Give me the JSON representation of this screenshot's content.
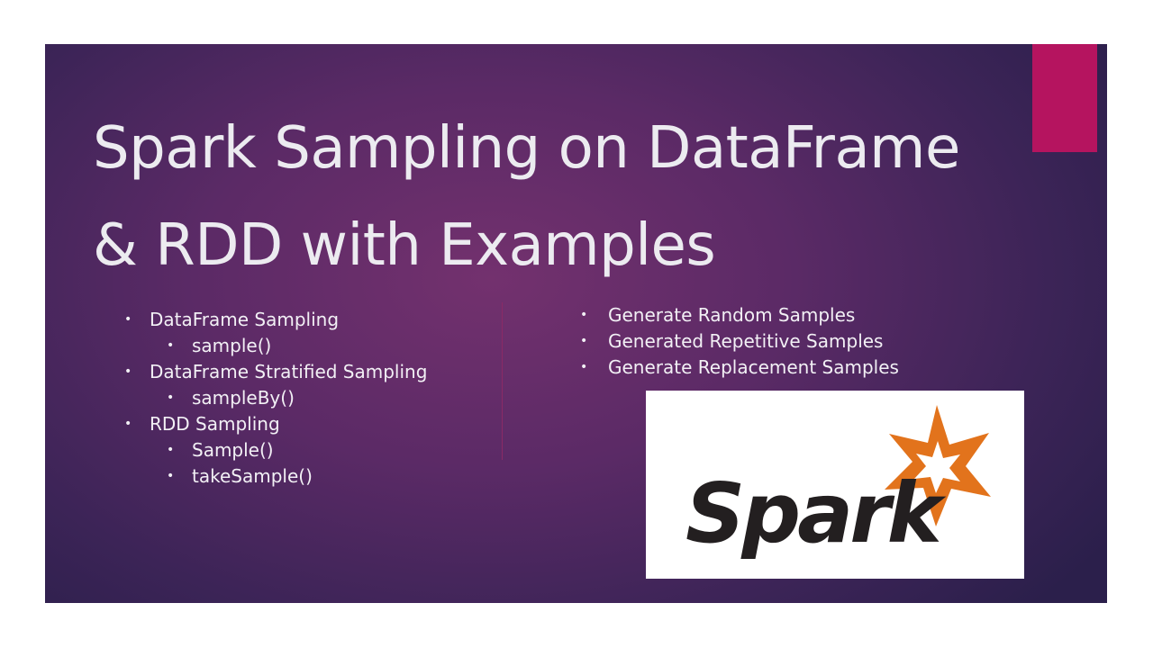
{
  "slide": {
    "title_line1": "Spark Sampling on DataFrame",
    "title_line2": "& RDD with Examples",
    "left_list": [
      {
        "label": "DataFrame Sampling",
        "level": 1
      },
      {
        "label": "sample()",
        "level": 2
      },
      {
        "label": "DataFrame Stratified Sampling",
        "level": 1
      },
      {
        "label": "sampleBy()",
        "level": 2
      },
      {
        "label": "RDD Sampling",
        "level": 1
      },
      {
        "label": "Sample()",
        "level": 2
      },
      {
        "label": "takeSample()",
        "level": 2
      }
    ],
    "right_list": [
      "Generate Random Samples",
      "Generated Repetitive Samples",
      "Generate Replacement Samples"
    ],
    "logo": {
      "text": "Spark",
      "icon": "spark-star-icon"
    },
    "bullet_glyph": "•"
  },
  "colors": {
    "background_center": "#73316e",
    "background_edge": "#2b1f4b",
    "accent": "#b5145f",
    "title_text": "#ecebf0",
    "body_text": "#f2f0f5",
    "logo_text": "#231f20",
    "logo_star": "#e2731c"
  }
}
